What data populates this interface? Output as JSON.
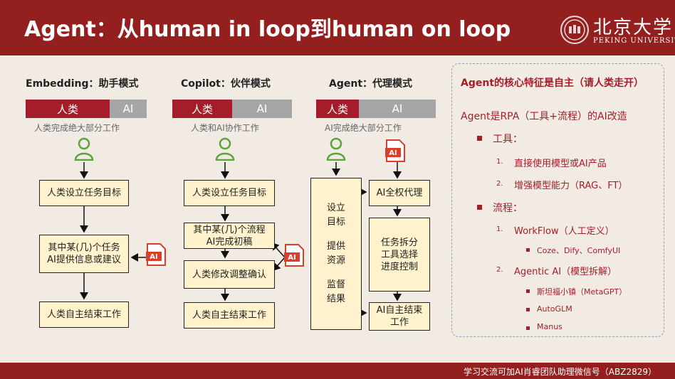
{
  "title": "Agent：从human in loop到human on loop",
  "logo": {
    "cn": "北京大学",
    "en": "PEKING UNIVERSITY"
  },
  "footer": "学习交流可加AI肖睿团队助理微信号（ABZ2829）",
  "labels": {
    "human": "人类",
    "ai": "AI"
  },
  "columns": [
    {
      "title": "Embedding：助手模式",
      "caption": "人类完成绝大部分工作",
      "steps": [
        "人类设立任务目标",
        "其中某(几)个任务",
        "AI提供信息或建议",
        "人类自主结束工作"
      ]
    },
    {
      "title": "Copilot：伙伴模式",
      "caption": "人类和AI协作工作",
      "steps": [
        "人类设立任务目标",
        "其中某(几)个流程",
        "AI完成初稿",
        "人类修改调整确认",
        "人类自主结束工作"
      ]
    },
    {
      "title": "Agent：代理模式",
      "caption": "AI完成绝大部分工作",
      "tall_box": [
        "设立",
        "目标",
        "提供",
        "资源",
        "监督",
        "结果"
      ],
      "steps": [
        "AI全权代理",
        "任务拆分",
        "工具选择",
        "进度控制",
        "AI自主结束",
        "工作"
      ]
    }
  ],
  "right": {
    "title": "Agent的核心特征是自主（请人类走开）",
    "subtitle": "Agent是RPA（工具+流程）的AI改造",
    "tools_label": "工具：",
    "tools": [
      {
        "num": "1.",
        "text": "直接使用模型或AI产品"
      },
      {
        "num": "2.",
        "text": "增强模型能力（RAG、FT）"
      }
    ],
    "process_label": "流程：",
    "process": [
      {
        "num": "1.",
        "text": "WorkFlow（人工定义）",
        "subs": [
          "Coze、Dify、ComfyUI"
        ]
      },
      {
        "num": "2.",
        "text": "Agentic AI（模型拆解）",
        "subs": [
          "斯坦福小镇（MetaGPT）",
          "AutoGLM",
          "Manus"
        ]
      }
    ]
  },
  "colors": {
    "brand": "#931f1f",
    "accent": "#a51d2a",
    "box_fill": "#fff2cc",
    "ai_gray": "#a6a6a6"
  }
}
